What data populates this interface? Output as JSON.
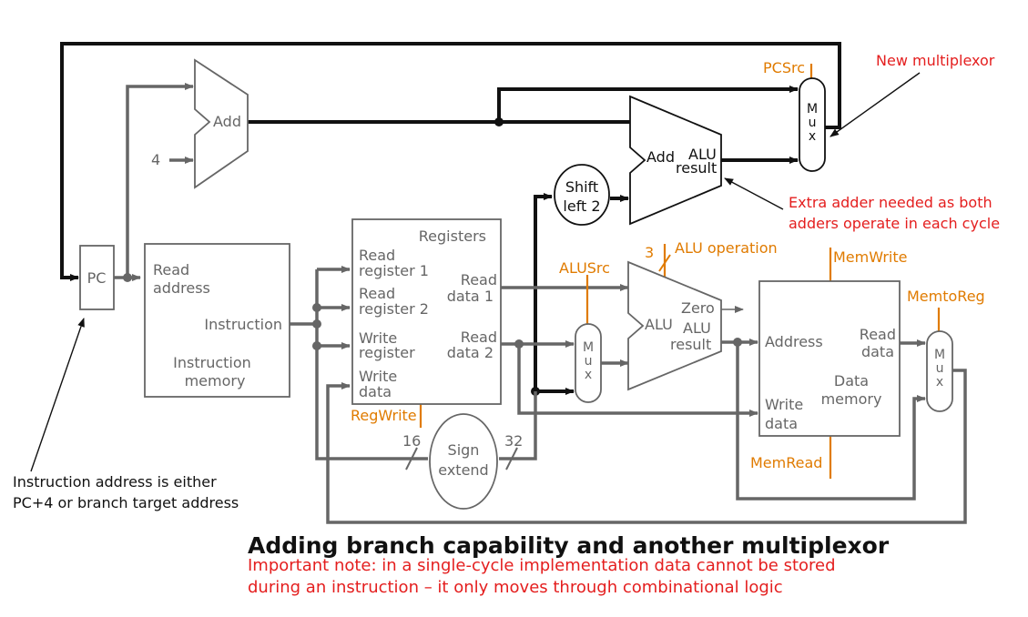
{
  "pc": {
    "label": "PC"
  },
  "adder_pc": {
    "label": "Add",
    "const": "4"
  },
  "adder_branch": {
    "label": "Add",
    "result1": "ALU",
    "result2": "result"
  },
  "shift": {
    "line1": "Shift",
    "line2": "left 2"
  },
  "imem": {
    "read1": "Read",
    "read2": "address",
    "instr": "Instruction",
    "name1": "Instruction",
    "name2": "memory"
  },
  "regs": {
    "title": "Registers",
    "rr1a": "Read",
    "rr1b": "register 1",
    "rr2a": "Read",
    "rr2b": "register 2",
    "wra": "Write",
    "wrb": "register",
    "wda": "Write",
    "wdb": "data",
    "rd1a": "Read",
    "rd1b": "data 1",
    "rd2a": "Read",
    "rd2b": "data 2"
  },
  "sign": {
    "line1": "Sign",
    "line2": "extend",
    "in_bits": "16",
    "out_bits": "32"
  },
  "alu": {
    "label": "ALU",
    "zero": "Zero",
    "result1": "ALU",
    "result2": "result",
    "op_bits": "3"
  },
  "dmem": {
    "address": "Address",
    "rda": "Read",
    "rdb": "data",
    "wda": "Write",
    "wdb": "data",
    "name1": "Data",
    "name2": "memory"
  },
  "mux_letters": [
    "M",
    "u",
    "x"
  ],
  "control": {
    "pcsrc": "PCSrc",
    "alusrc": "ALUSrc",
    "aluop": "ALU operation",
    "memwrite": "MemWrite",
    "memtoreg": "MemtoReg",
    "memread": "MemRead",
    "regwrite": "RegWrite"
  },
  "annotations": {
    "new_mux": "New multiplexor",
    "extra1": "Extra adder needed as both",
    "extra2": "adders operate in each cycle",
    "instr1": "Instruction address is either",
    "instr2": "PC+4 or branch target address"
  },
  "title": "Adding branch capability and another multiplexor",
  "note1": "Important note: in a single-cycle implementation data cannot be stored",
  "note2": "during an instruction – it only moves through combinational logic",
  "colors": {
    "datapath": "#666666",
    "branch": "#111111",
    "control": "#e07b00",
    "annotation": "#e41e1e"
  }
}
